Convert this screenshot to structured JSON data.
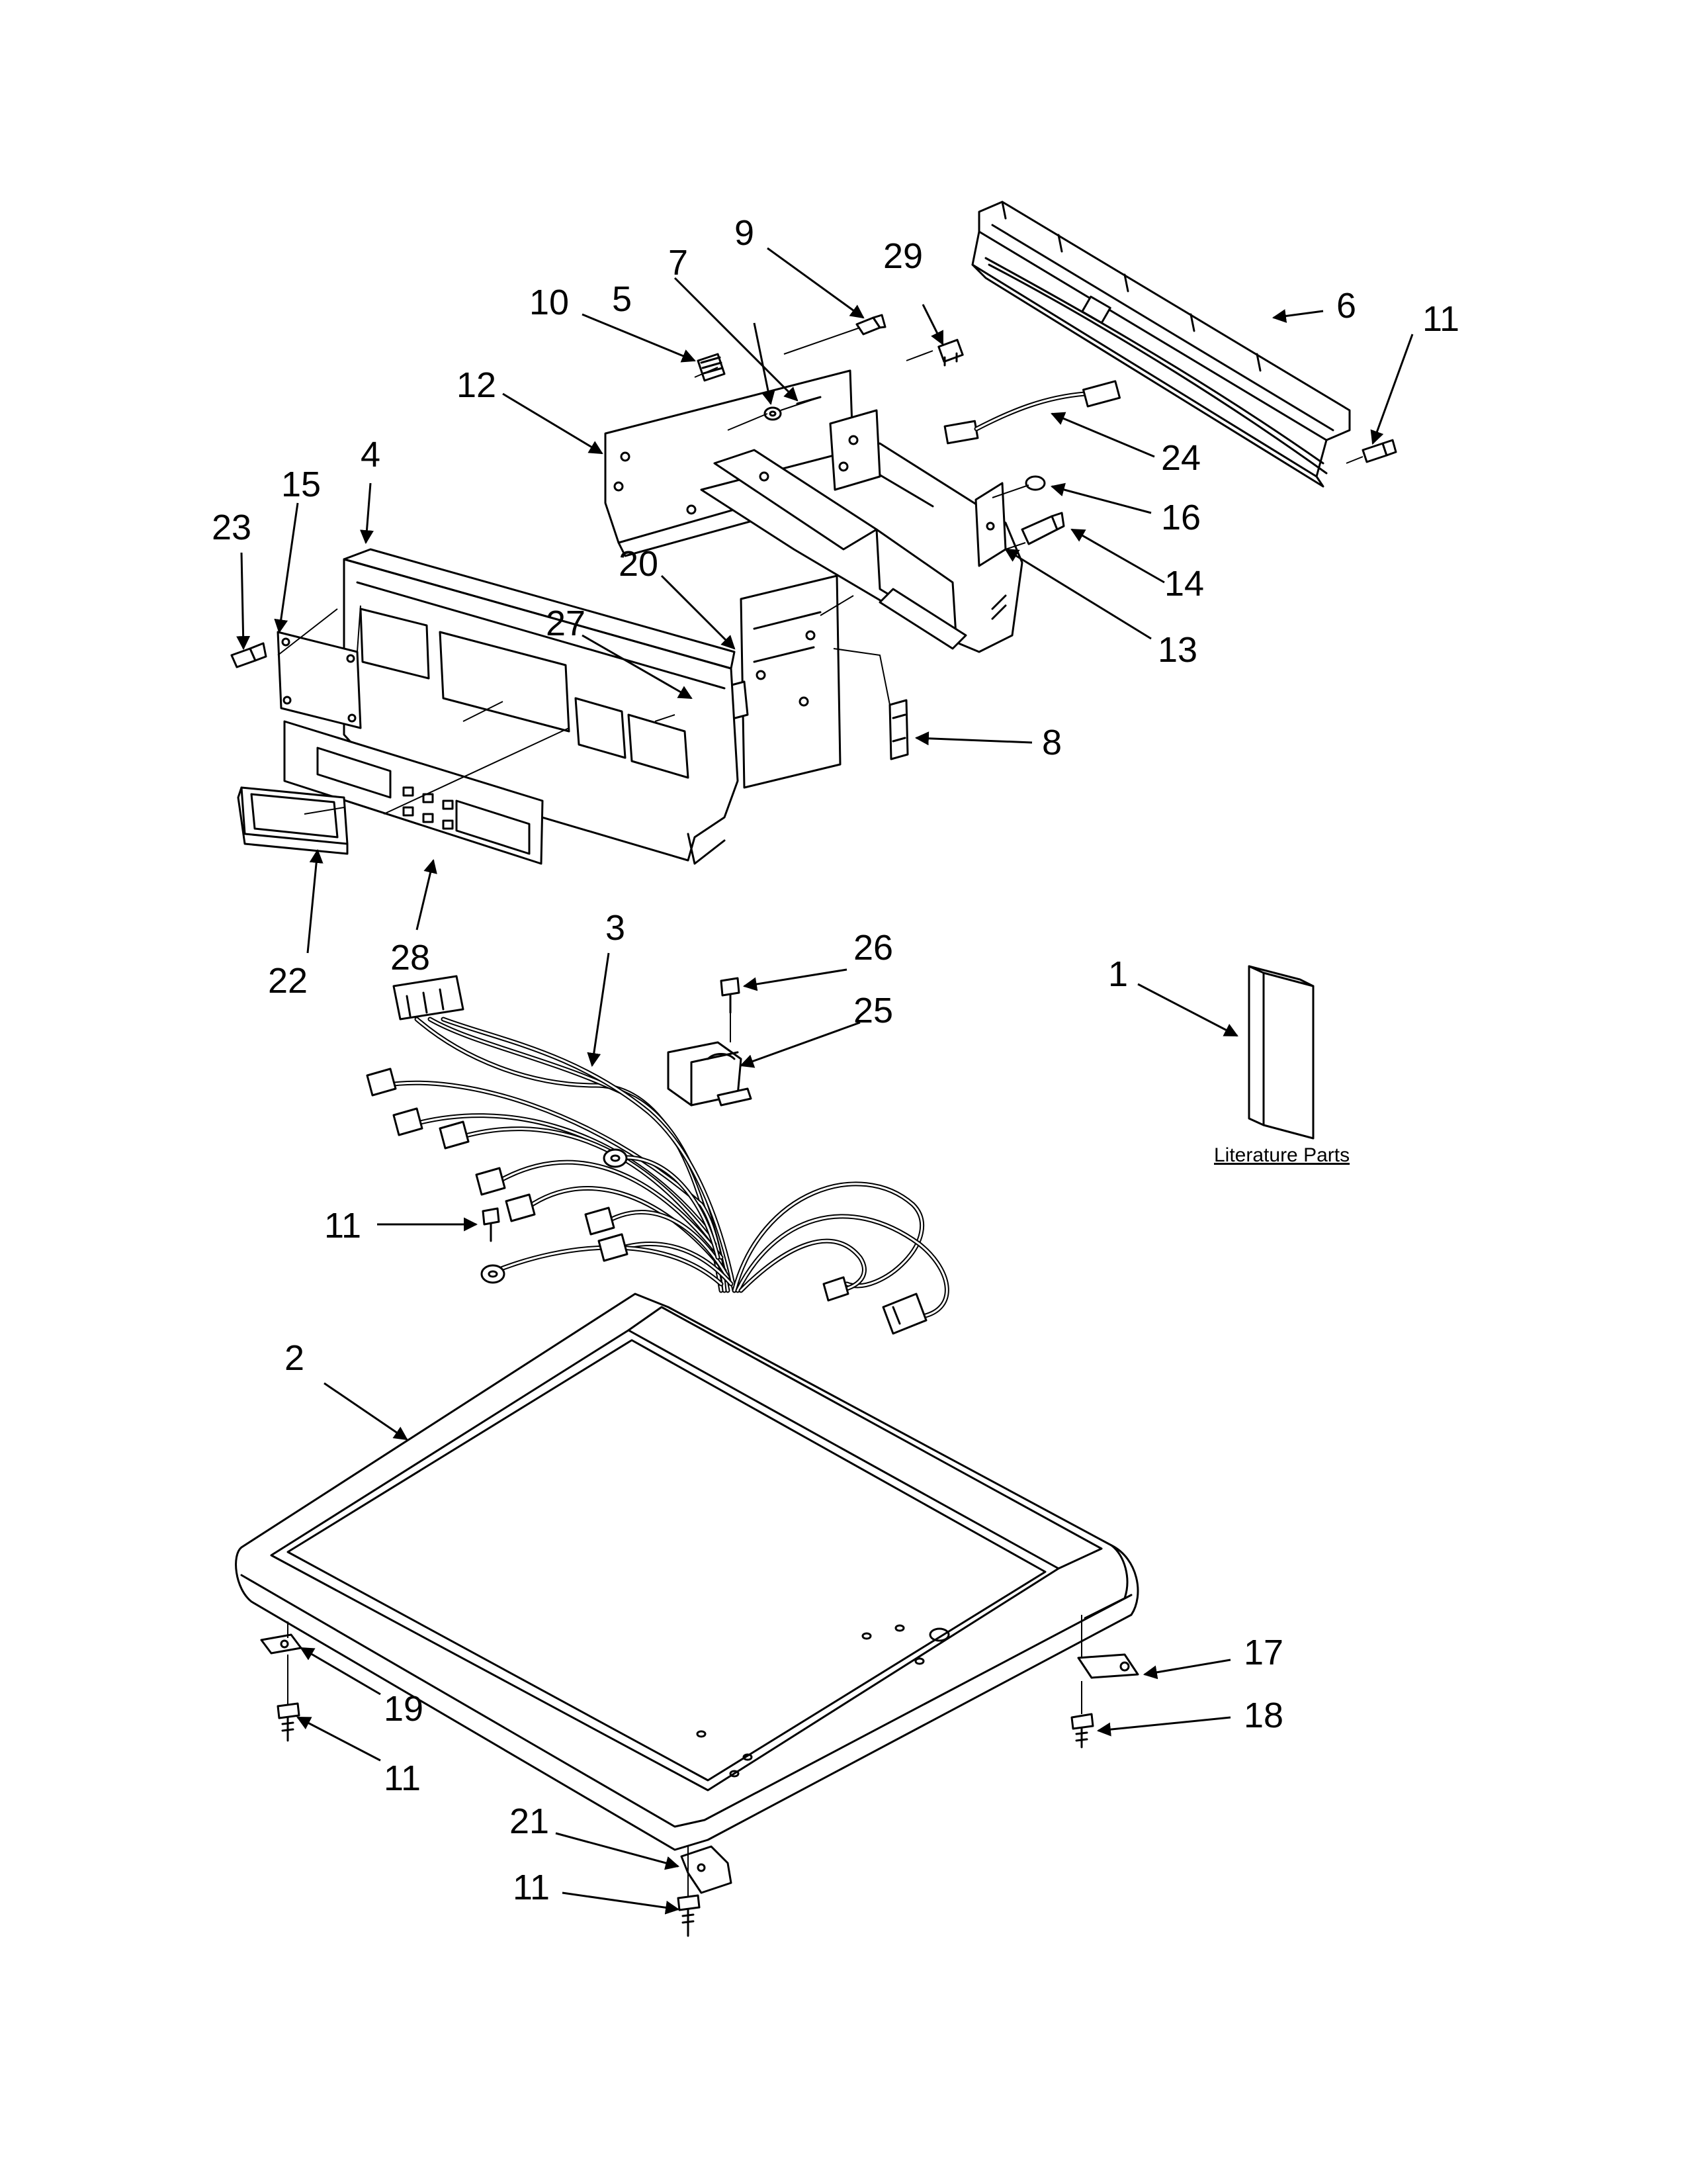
{
  "callouts": [
    "1",
    "2",
    "3",
    "4",
    "5",
    "6",
    "7",
    "8",
    "9",
    "10",
    "11",
    "12",
    "13",
    "14",
    "15",
    "16",
    "17",
    "18",
    "19",
    "20",
    "21",
    "22",
    "23",
    "24",
    "25",
    "26",
    "27",
    "28",
    "29"
  ],
  "literature_label": "Literature Parts"
}
